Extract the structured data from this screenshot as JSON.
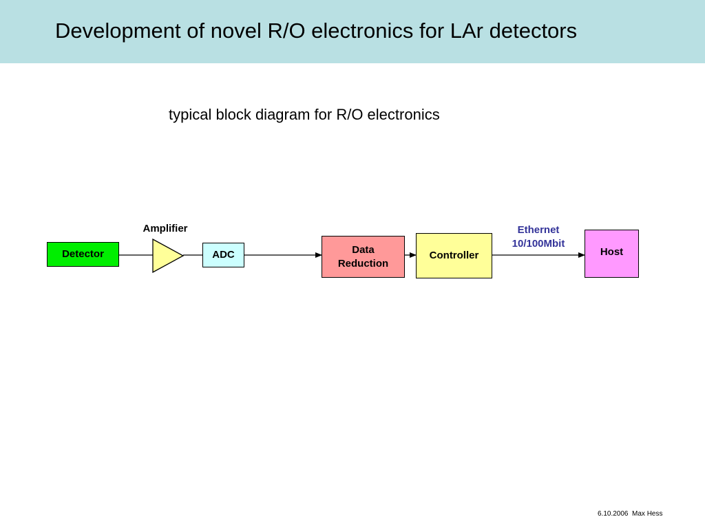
{
  "slide": {
    "title": "Development of novel R/O electronics for LAr detectors",
    "subtitle": "typical block diagram for R/O electronics",
    "footer": "6.10.2006  Max Hess"
  },
  "diagram": {
    "blocks": {
      "detector": {
        "label": "Detector",
        "color": "#00ee00"
      },
      "amplifier": {
        "label": "Amplifier",
        "color": "#ffff99"
      },
      "adc": {
        "label": "ADC",
        "color": "#ccffff"
      },
      "data_reduction": {
        "label": "Data\nReduction",
        "color": "#ff9999"
      },
      "controller": {
        "label": "Controller",
        "color": "#ffff99"
      },
      "host": {
        "label": "Host",
        "color": "#ff99ff"
      }
    },
    "links": {
      "ethernet": {
        "label": "Ethernet\n10/100Mbit",
        "color": "#333399"
      }
    }
  }
}
